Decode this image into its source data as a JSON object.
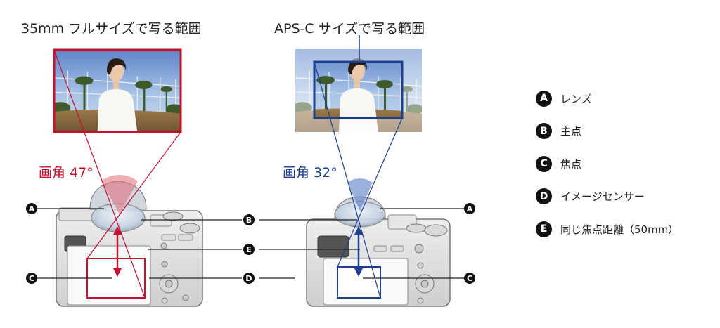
{
  "left_caption": "35mm フルサイズで写る範囲",
  "right_caption": "APS-C サイズで写る範囲",
  "left_angle": "画角 47°",
  "right_angle": "画角 32°",
  "colors": {
    "full_frame": "#c8102e",
    "aps_c": "#1d3f8f",
    "leader": "#222222"
  },
  "markers": {
    "a": "A",
    "b": "B",
    "c": "C",
    "d": "D",
    "e": "E"
  },
  "legend": [
    {
      "key": "A",
      "label": "レンズ"
    },
    {
      "key": "B",
      "label": "主点"
    },
    {
      "key": "C",
      "label": "焦点"
    },
    {
      "key": "D",
      "label": "イメージセンサー"
    },
    {
      "key": "E",
      "label": "同じ焦点距離（50mm）"
    }
  ]
}
